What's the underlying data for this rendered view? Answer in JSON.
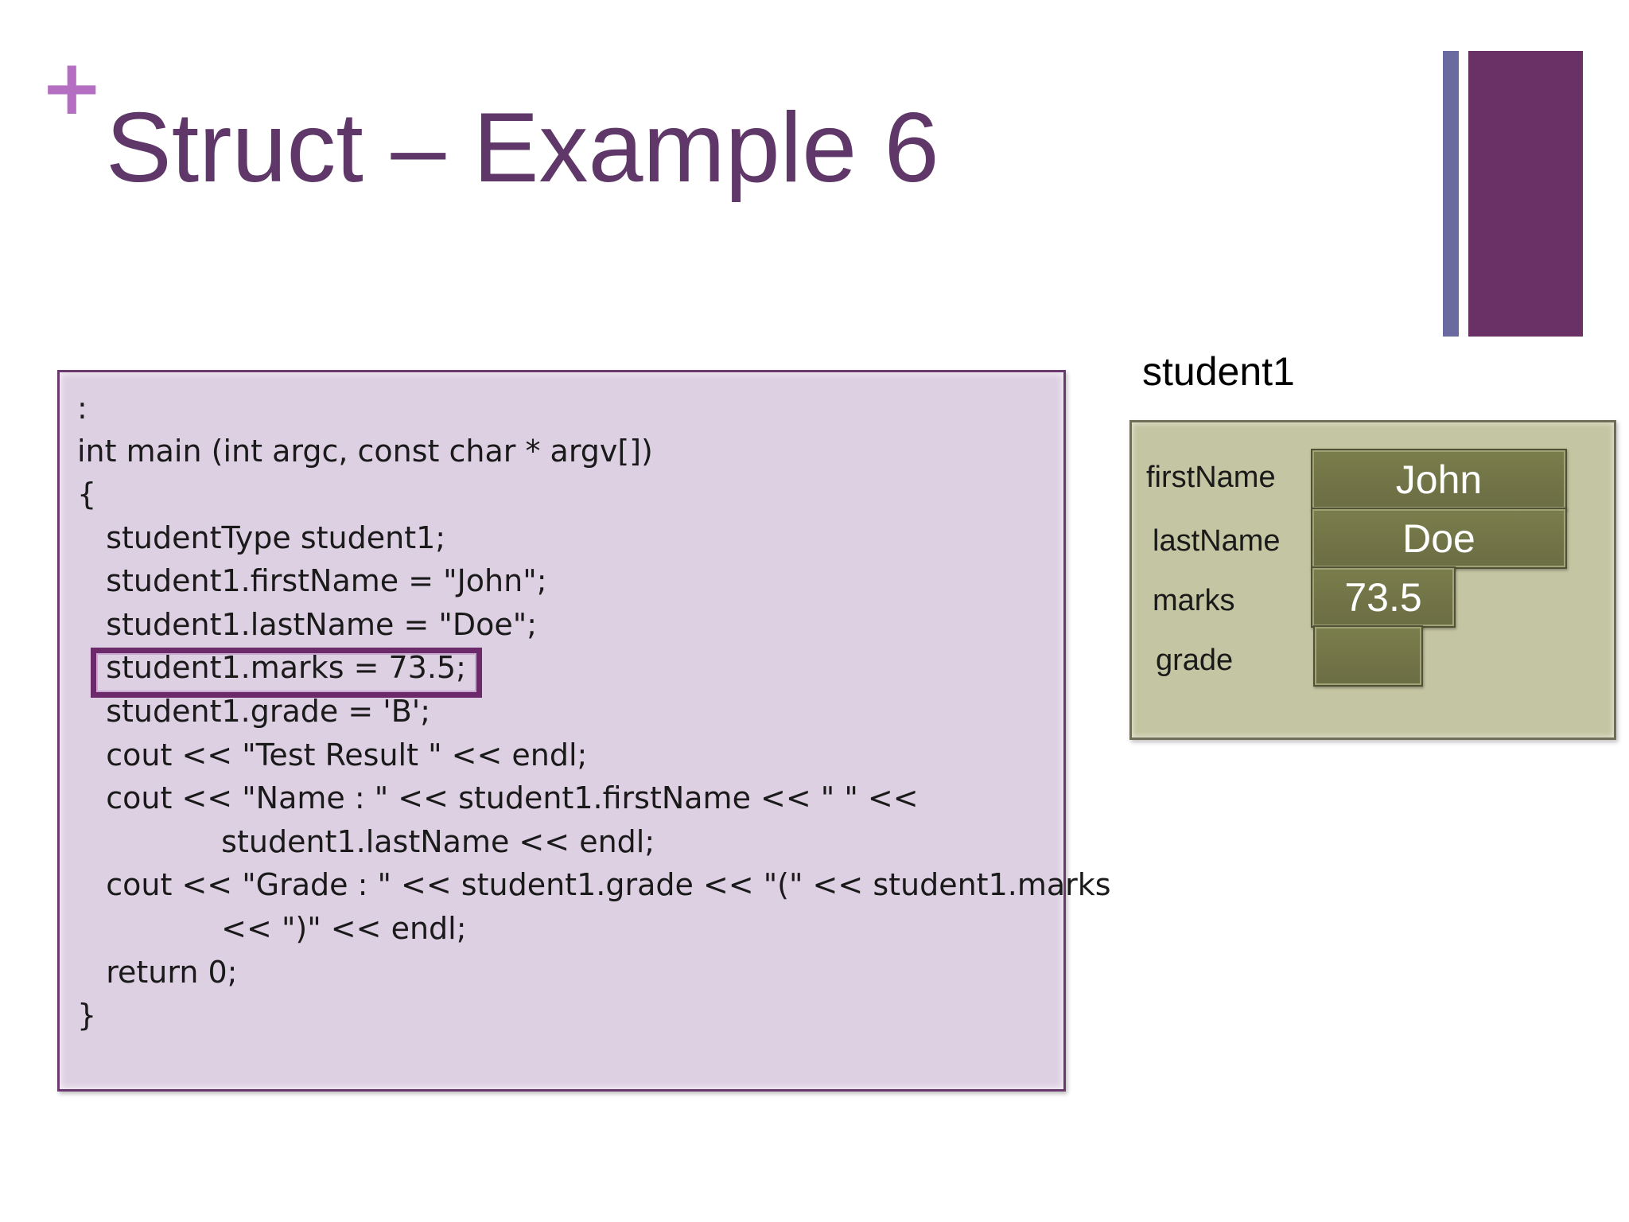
{
  "slide": {
    "plus_glyph": "+",
    "title": "Struct – Example 6"
  },
  "code": {
    "lines": [
      ":",
      "int main (int argc, const char * argv[])",
      "{",
      "   studentType student1;",
      "   student1.firstName = \"John\";",
      "   student1.lastName = \"Doe\";",
      "   student1.marks = 73.5;",
      "   student1.grade = 'B';",
      "   cout << \"Test Result \" << endl;",
      "   cout << \"Name : \" << student1.firstName << \" \" <<",
      "               student1.lastName << endl;",
      "   cout << \"Grade : \" << student1.grade << \"(\" << student1.marks",
      "               << \")\" << endl;",
      "   return 0;",
      "}"
    ]
  },
  "variable": {
    "name": "student1",
    "fields": [
      {
        "label": "firstName",
        "value": "John"
      },
      {
        "label": "lastName",
        "value": "Doe"
      },
      {
        "label": "marks",
        "value": "73.5"
      },
      {
        "label": "grade",
        "value": ""
      }
    ]
  },
  "colors": {
    "title": "#5f3768",
    "accent_plus": "#b56fc2",
    "bar_thin": "#6b6aa0",
    "bar_wide": "#693166",
    "code_background": "#ded0e3",
    "struct_background": "#c4c5a2",
    "field_fill": "#6f7145"
  }
}
